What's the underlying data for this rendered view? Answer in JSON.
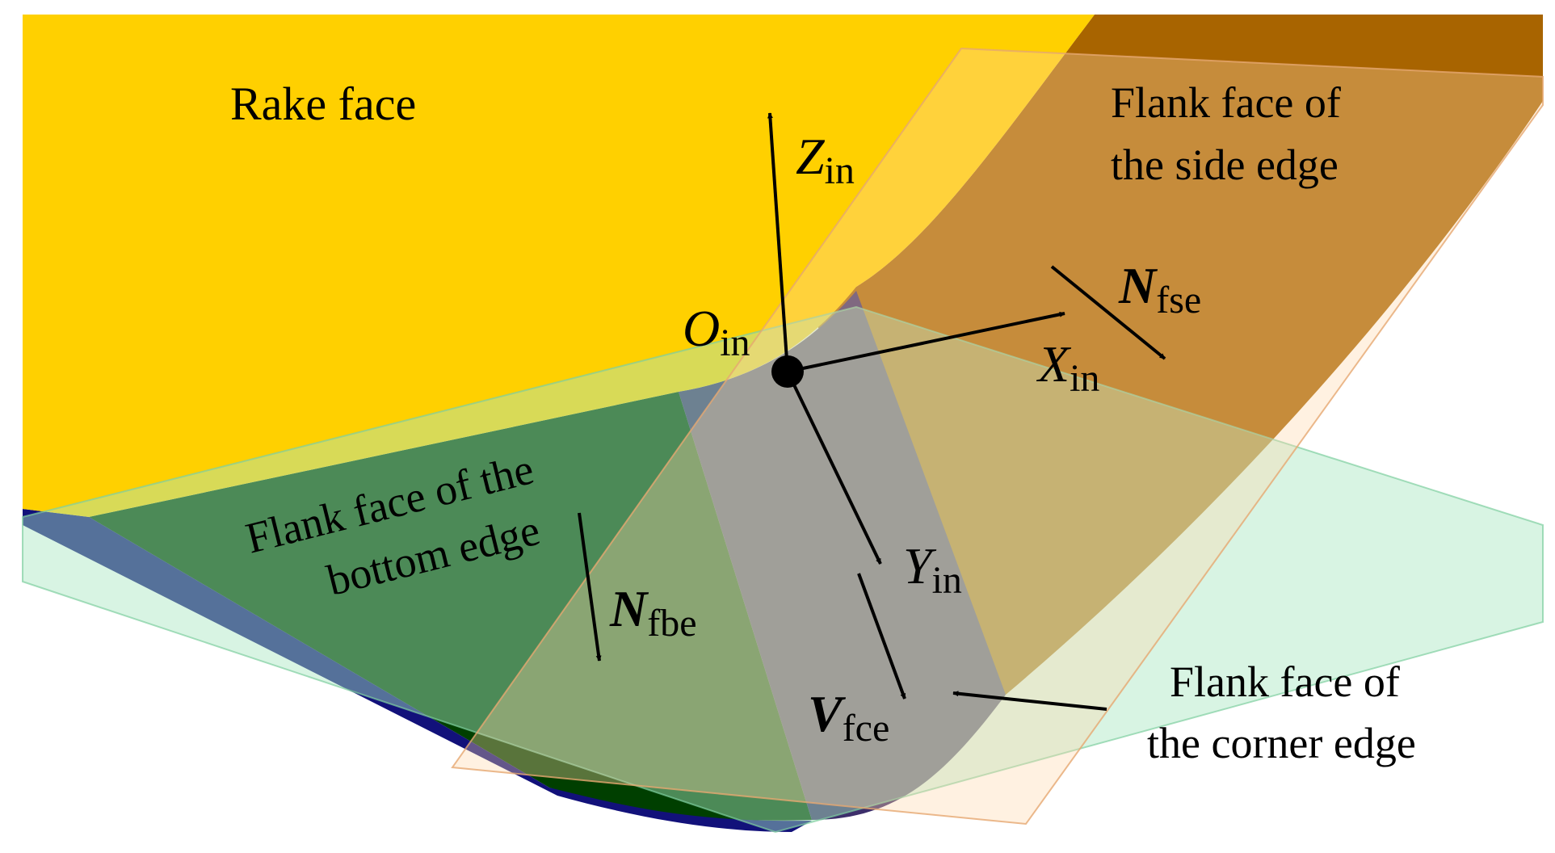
{
  "labels": {
    "rake_face": "Rake face",
    "flank_side_line1": "Flank face of",
    "flank_side_line2": "the side edge",
    "flank_bottom_line1": "Flank face of the",
    "flank_bottom_line2": "bottom edge",
    "flank_corner_line1": "Flank face of",
    "flank_corner_line2": "the corner edge"
  },
  "axes": {
    "z": {
      "symbol": "Z",
      "sub": "in"
    },
    "x": {
      "symbol": "X",
      "sub": "in"
    },
    "y": {
      "symbol": "Y",
      "sub": "in"
    },
    "origin": {
      "symbol": "O",
      "sub": "in"
    }
  },
  "vectors": {
    "n_fse": {
      "symbol": "N",
      "sub": "fse"
    },
    "n_fbe": {
      "symbol": "N",
      "sub": "fbe"
    },
    "v_fce": {
      "symbol": "V",
      "sub": "fce"
    }
  },
  "colors": {
    "rake_face": "#FFD000",
    "flank_side": "#A86400",
    "flank_bottom": "#003F00",
    "flank_corner": "#3D2F6B",
    "edge_strip": "#12117A",
    "plane_green": "#A8E6C2",
    "plane_orange": "#FFD8A8"
  }
}
